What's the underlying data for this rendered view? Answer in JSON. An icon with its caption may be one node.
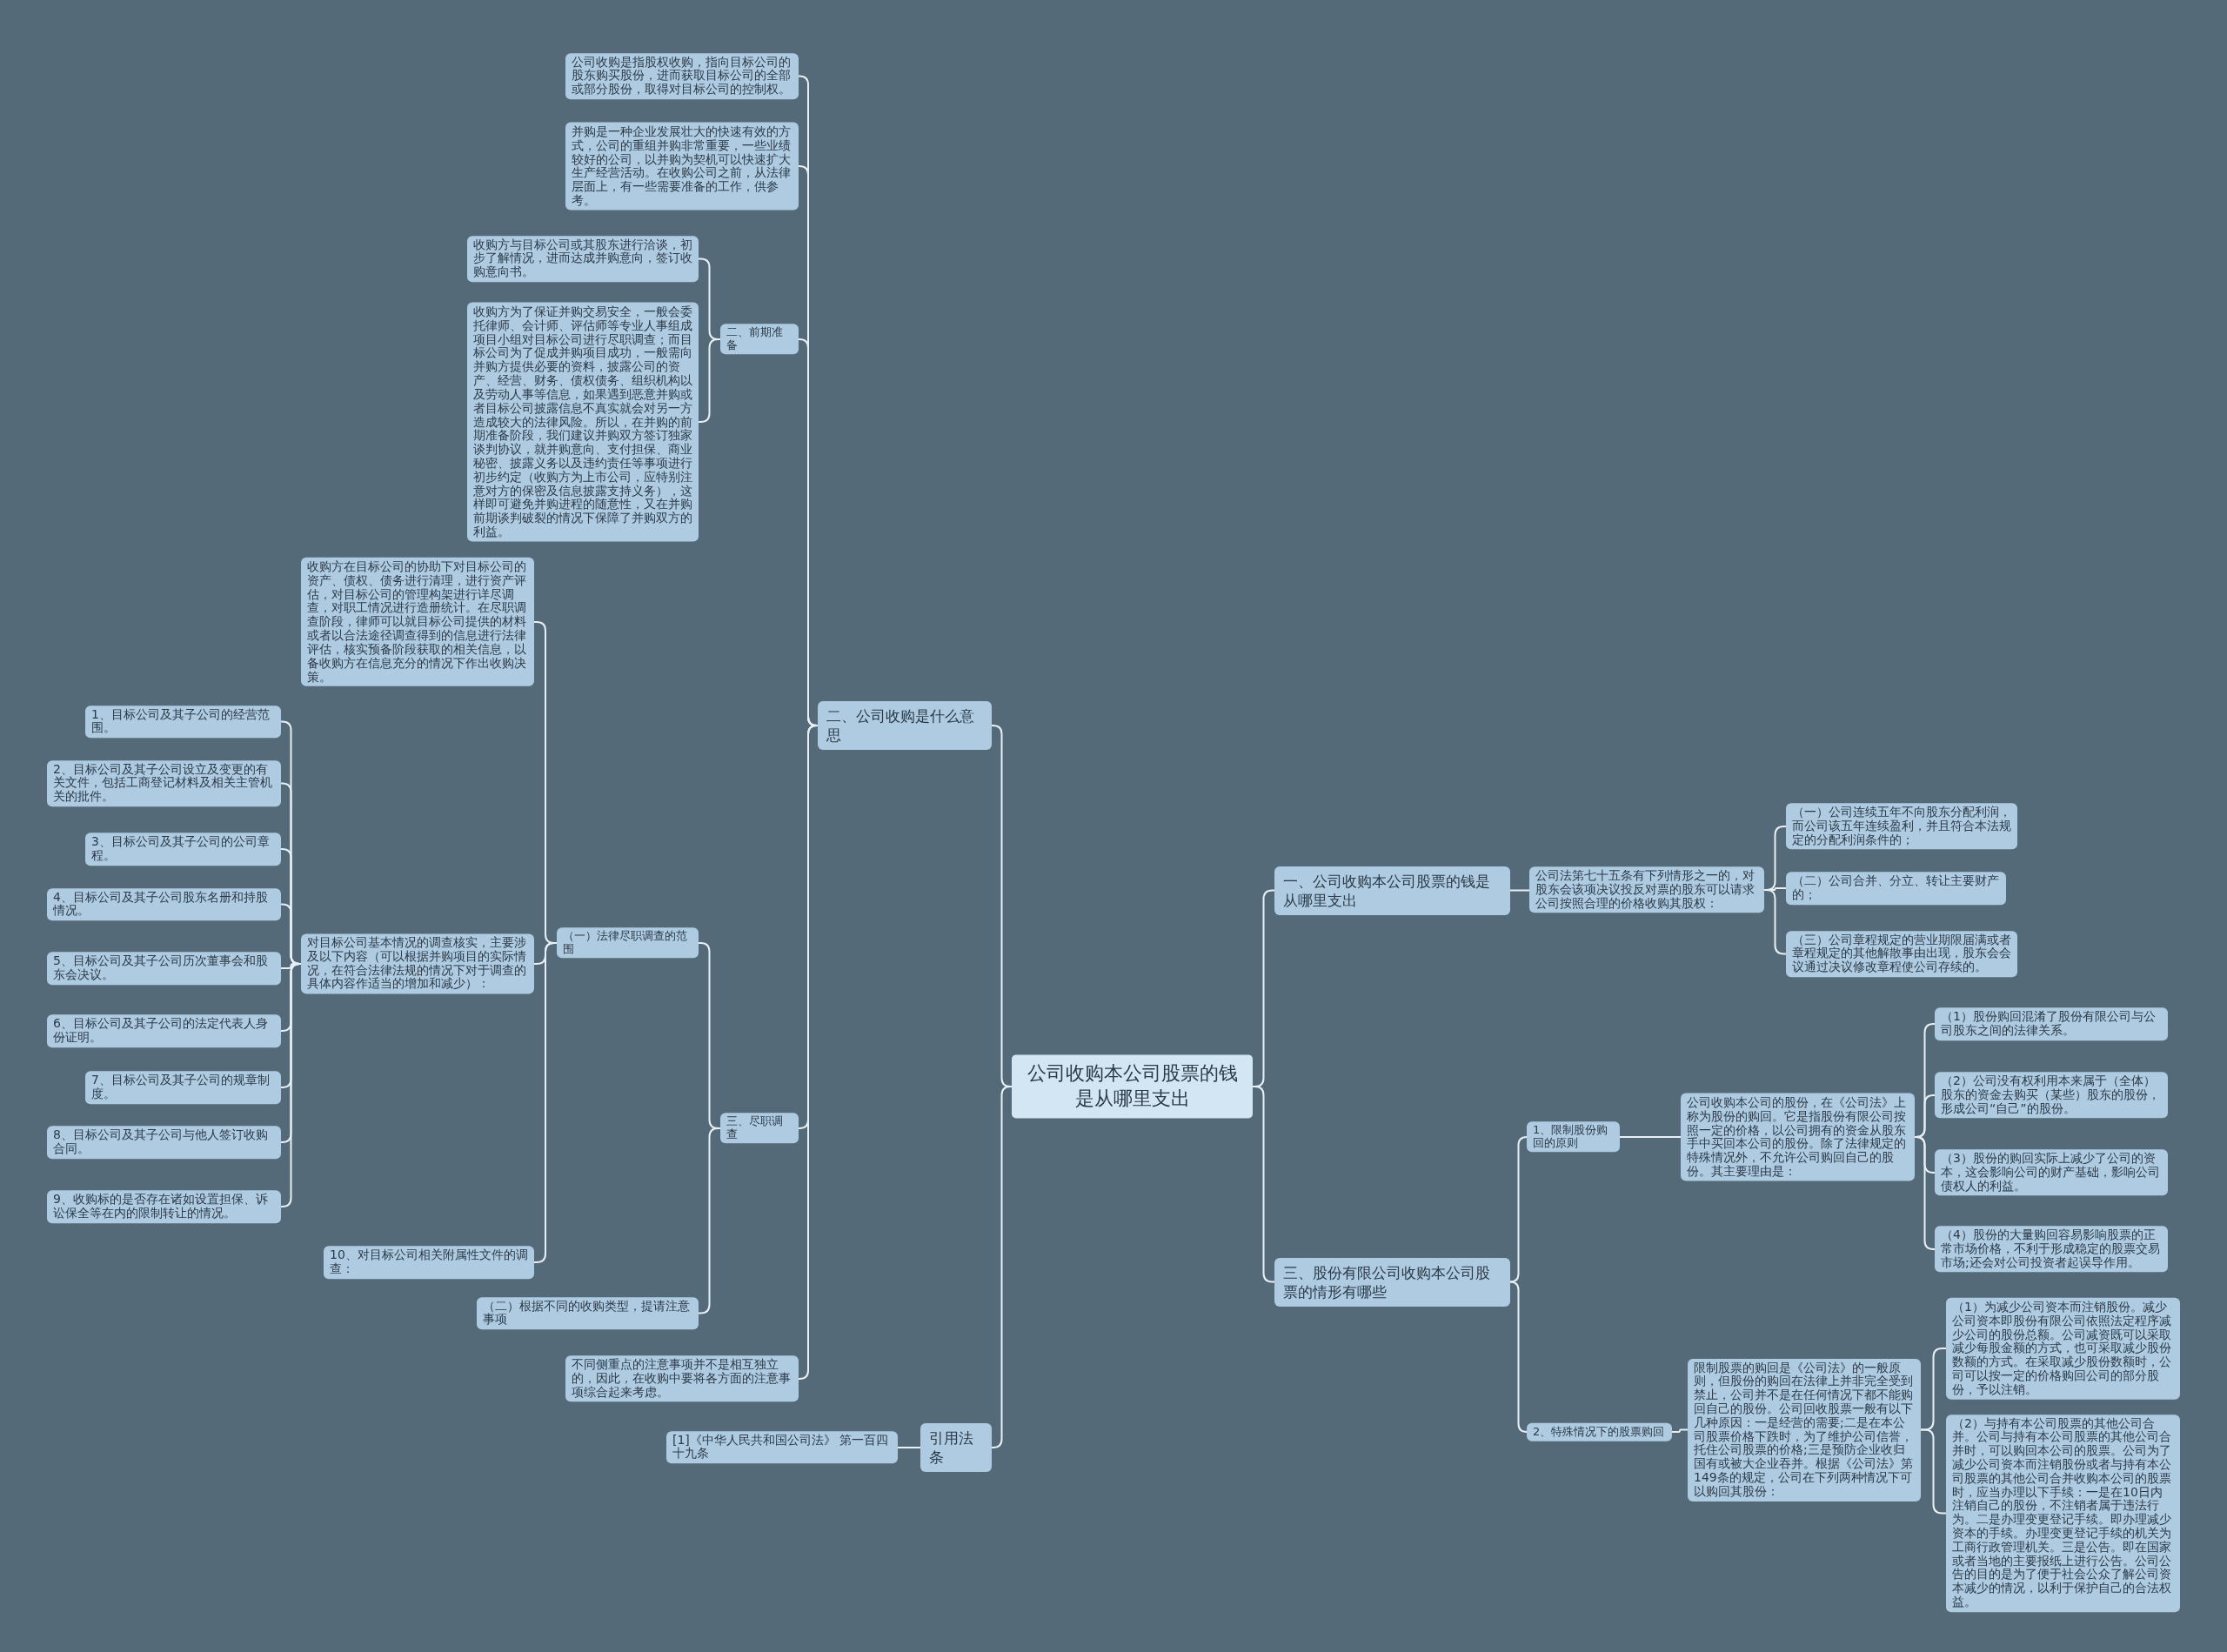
{
  "diagram": {
    "nodes": [
      {
        "text": [
          "公司收购本公司股票的钱是从哪里支出"
        ]
      },
      {
        "text": [
          "二、公司收购是什么意思"
        ]
      },
      {
        "text": [
          "公司收购是指股权收购，指向目标公司的股东购买股份，进而获取目标公司的全部或部分股份，取得对目标公司的控制权。"
        ]
      },
      {
        "text": [
          "并购是一种企业发展壮大的快速有效的方式，公司的重组并购非常重要，一些业绩较好的公司，以并购为契机可以快速扩大生产经营活动。在收购公司之前，从法律层面上，有一些需要准备的工作，供参考。"
        ]
      },
      {
        "text": [
          "二、前期准备"
        ]
      },
      {
        "text": [
          "收购方与目标公司或其股东进行洽谈，初步了解情况，进而达成并购意向，签订收购意向书。"
        ]
      },
      {
        "text": [
          "收购方为了保证并购交易安全，一般会委托律师、会计师、评估师等专业人事组成项目小组对目标公司进行尽职调查；而目标公司为了促成并购项目成功，一般需向并购方提供必要的资料，披露公司的资产、经营、财务、债权债务、组织机构以及劳动人事等信息，如果遇到恶意并购或者目标公司披露信息不真实就会对另一方造成较大的法律风险。所以，在并购的前期准备阶段，我们建议并购双方签订独家谈判协议，就并购意向、支付担保、商业秘密、披露义务以及违约责任等事项进行初步约定（收购方为上市公司，应特别注意对方的保密及信息披露支持义务），这样即可避免并购进程的随意性，又在并购前期谈判破裂的情况下保障了并购双方的利益。"
        ]
      },
      {
        "text": [
          "三、尽职调查"
        ]
      },
      {
        "text": [
          "（一）法律尽职调查的范围"
        ]
      },
      {
        "text": [
          "收购方在目标公司的协助下对目标公司的资产、债权、债务进行清理，进行资产评估，对目标公司的管理构架进行详尽调查，对职工情况进行造册统计。在尽职调查阶段，律师可以就目标公司提供的材料或者以合法途径调查得到的信息进行法律评估，核实预备阶段获取的相关信息，以备收购方在信息充分的情况下作出收购决策。"
        ]
      },
      {
        "text": [
          "对目标公司基本情况的调查核实，主要涉及以下内容（可以根据并购项目的实际情况，在符合法律法规的情况下对于调查的具体内容作适当的增加和减少）："
        ]
      },
      {
        "text": [
          "1、目标公司及其子公司的经营范围。"
        ]
      },
      {
        "text": [
          "2、目标公司及其子公司设立及变更的有关文件，包括工商登记材料及相关主管机关的批件。"
        ]
      },
      {
        "text": [
          "3、目标公司及其子公司的公司章程。"
        ]
      },
      {
        "text": [
          "4、目标公司及其子公司股东名册和持股情况。"
        ]
      },
      {
        "text": [
          "5、目标公司及其子公司历次董事会和股东会决议。"
        ]
      },
      {
        "text": [
          "6、目标公司及其子公司的法定代表人身份证明。"
        ]
      },
      {
        "text": [
          "7、目标公司及其子公司的规章制度。"
        ]
      },
      {
        "text": [
          "8、目标公司及其子公司与他人签订收购合同。"
        ]
      },
      {
        "text": [
          "9、收购标的是否存在诸如设置担保、诉讼保全等在内的限制转让的情况。"
        ]
      },
      {
        "text": [
          "10、对目标公司相关附属性文件的调查："
        ]
      },
      {
        "text": [
          "（二）根据不同的收购类型，提请注意事项"
        ]
      },
      {
        "text": [
          "不同侧重点的注意事项并不是相互独立的，因此，在收购中要将各方面的注意事项综合起来考虑。"
        ]
      },
      {
        "text": [
          "引用法条"
        ]
      },
      {
        "text": [
          "[1]《中华人民共和国公司法》 第一百四十九条"
        ]
      },
      {
        "text": [
          "一、公司收购本公司股票的钱是从哪里支出"
        ]
      },
      {
        "text": [
          "公司法第七十五条有下列情形之一的，对股东会该项决议投反对票的股东可以请求公司按照合理的价格收购其股权："
        ]
      },
      {
        "text": [
          "（一）公司连续五年不向股东分配利润，而公司该五年连续盈利，并且符合本法规定的分配利润条件的；"
        ]
      },
      {
        "text": [
          "（二）公司合并、分立、转让主要财产的；"
        ]
      },
      {
        "text": [
          "（三）公司章程规定的营业期限届满或者章程规定的其他解散事由出现，股东会会议通过决议修改章程使公司存续的。"
        ]
      },
      {
        "text": [
          "三、股份有限公司收购本公司股票的情形有哪些"
        ]
      },
      {
        "text": [
          "1、限制股份购回的原则"
        ]
      },
      {
        "text": [
          "公司收购本公司的股份，在《公司法》上称为股份的购回。它是指股份有限公司按照一定的价格，以公司拥有的资金从股东手中买回本公司的股份。除了法律规定的特殊情况外，不允许公司购回自己的股份。其主要理由是："
        ]
      },
      {
        "text": [
          "（1）股份购回混淆了股份有限公司与公司股东之间的法律关系。"
        ]
      },
      {
        "text": [
          "（2）公司没有权利用本来属于（全体）股东的资金去购买（某些）股东的股份，形成公司“自己”的股份。"
        ]
      },
      {
        "text": [
          "（3）股份的购回实际上减少了公司的资本，这会影响公司的财产基础，影响公司债权人的利益。"
        ]
      },
      {
        "text": [
          "（4）股份的大量购回容易影响股票的正常市场价格，不利于形成稳定的股票交易市场;还会对公司投资者起误导作用。"
        ]
      },
      {
        "text": [
          "2、特殊情况下的股票购回"
        ]
      },
      {
        "text": [
          "限制股票的购回是《公司法》的一般原则，但股份的购回在法律上并非完全受到禁止，公司并不是在任何情况下都不能购回自己的股份。公司回收股票一般有以下几种原因：一是经营的需要;二是在本公司股票价格下跌时，为了维护公司信誉，托住公司股票的价格;三是预防企业收归国有或被大企业吞并。根据《公司法》第149条的规定，公司在下列两种情况下可以购回其股份："
        ]
      },
      {
        "text": [
          "（1）为减少公司资本而注销股份。减少公司资本即股份有限公司依照法定程序减少公司的股份总额。公司减资既可以采取减少每股金额的方式，也可采取减少股份数额的方式。在采取减少股份数额时，公司可以按一定的价格购回公司的部分股份，予以注销。"
        ]
      },
      {
        "text": [
          "（2）与持有本公司股票的其他公司合并。公司与持有本公司股票的其他公司合并时，可以购回本公司的股票。公司为了减少公司资本而注销股份或者与持有本公司股票的其他公司合并收购本公司的股票时，应当办理以下手续：一是在10日内注销自己的股份，不注销者属于违法行为。二是办理变更登记手续。即办理减少资本的手续。办理变更登记手续的机关为工商行政管理机关。三是公告。即在国家或者当地的主要报纸上进行公告。公司公告的目的是为了便于社会公众了解公司资本减少的情况，以利于保护自己的合法权益。"
        ]
      }
    ],
    "edges": [
      {
        "from": 0,
        "to": 1,
        "arrow": "none"
      },
      {
        "from": 1,
        "to": 2,
        "arrow": "none"
      },
      {
        "from": 1,
        "to": 3,
        "arrow": "none"
      },
      {
        "from": 1,
        "to": 4,
        "arrow": "none"
      },
      {
        "from": 4,
        "to": 5,
        "arrow": "none"
      },
      {
        "from": 4,
        "to": 6,
        "arrow": "none"
      },
      {
        "from": 1,
        "to": 7,
        "arrow": "none"
      },
      {
        "from": 7,
        "to": 8,
        "arrow": "none"
      },
      {
        "from": 8,
        "to": 9,
        "arrow": "none"
      },
      {
        "from": 8,
        "to": 10,
        "arrow": "none"
      },
      {
        "from": 10,
        "to": 11,
        "arrow": "none"
      },
      {
        "from": 10,
        "to": 12,
        "arrow": "none"
      },
      {
        "from": 10,
        "to": 13,
        "arrow": "none"
      },
      {
        "from": 10,
        "to": 14,
        "arrow": "none"
      },
      {
        "from": 10,
        "to": 15,
        "arrow": "none"
      },
      {
        "from": 10,
        "to": 16,
        "arrow": "none"
      },
      {
        "from": 10,
        "to": 17,
        "arrow": "none"
      },
      {
        "from": 10,
        "to": 18,
        "arrow": "none"
      },
      {
        "from": 10,
        "to": 19,
        "arrow": "none"
      },
      {
        "from": 8,
        "to": 20,
        "arrow": "none"
      },
      {
        "from": 7,
        "to": 21,
        "arrow": "none"
      },
      {
        "from": 1,
        "to": 22,
        "arrow": "none"
      },
      {
        "from": 0,
        "to": 23,
        "arrow": "none"
      },
      {
        "from": 23,
        "to": 24,
        "arrow": "none"
      },
      {
        "from": 0,
        "to": 25,
        "arrow": "none"
      },
      {
        "from": 25,
        "to": 26,
        "arrow": "none"
      },
      {
        "from": 26,
        "to": 27,
        "arrow": "none"
      },
      {
        "from": 26,
        "to": 28,
        "arrow": "none"
      },
      {
        "from": 26,
        "to": 29,
        "arrow": "none"
      },
      {
        "from": 0,
        "to": 30,
        "arrow": "none"
      },
      {
        "from": 30,
        "to": 31,
        "arrow": "none"
      },
      {
        "from": 31,
        "to": 32,
        "arrow": "none"
      },
      {
        "from": 32,
        "to": 33,
        "arrow": "none"
      },
      {
        "from": 32,
        "to": 34,
        "arrow": "none"
      },
      {
        "from": 32,
        "to": 35,
        "arrow": "none"
      },
      {
        "from": 32,
        "to": 36,
        "arrow": "none"
      },
      {
        "from": 30,
        "to": 37,
        "arrow": "none"
      },
      {
        "from": 37,
        "to": 38,
        "arrow": "none"
      },
      {
        "from": 38,
        "to": 39,
        "arrow": "none"
      },
      {
        "from": 38,
        "to": 40,
        "arrow": "none"
      }
    ]
  }
}
